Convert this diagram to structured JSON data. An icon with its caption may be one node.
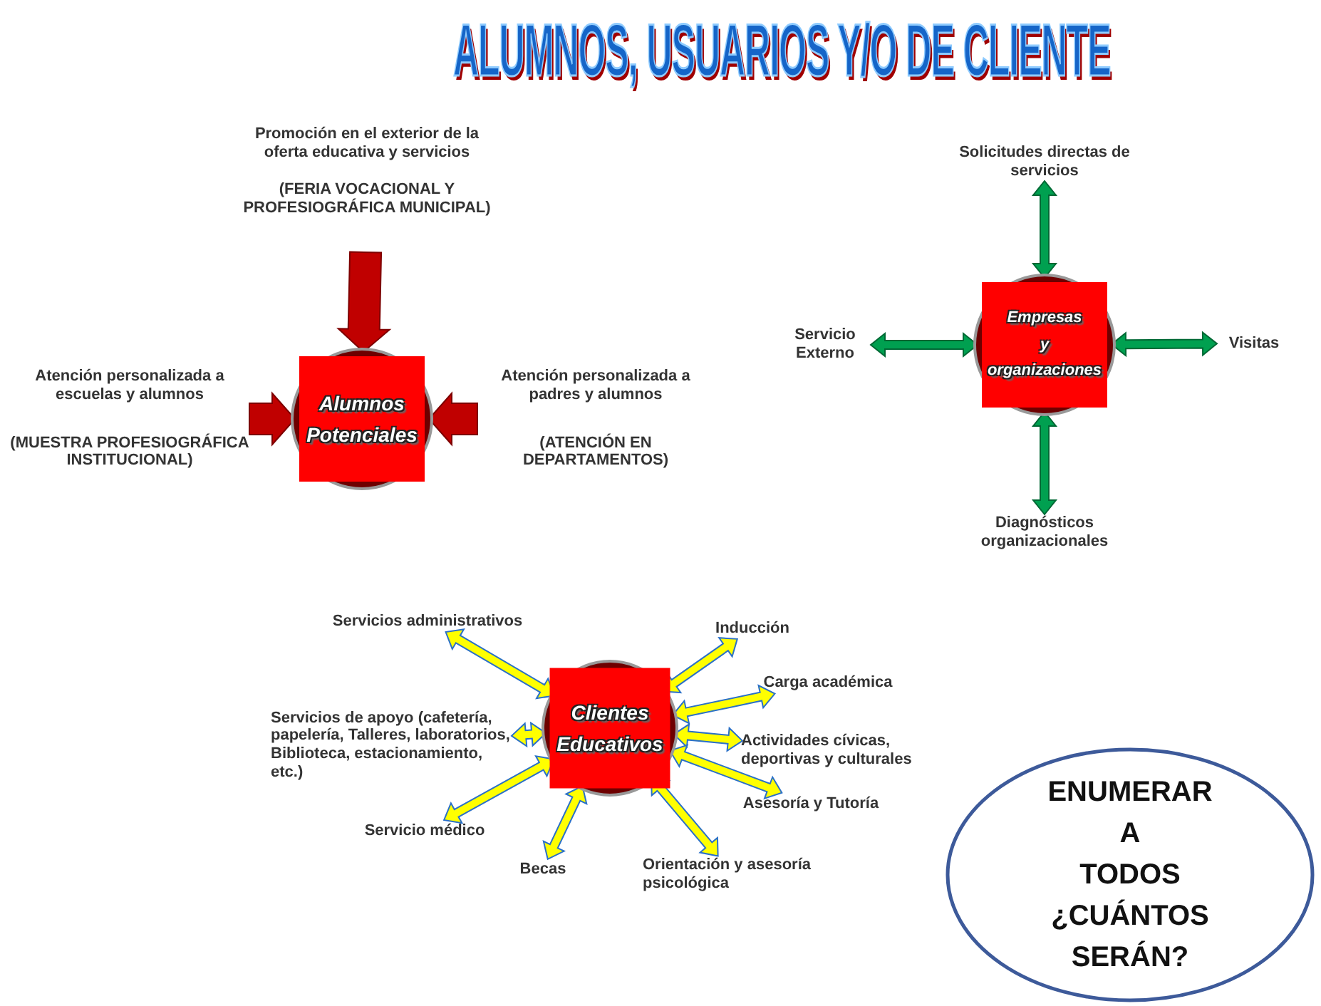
{
  "diagram": {
    "title": "ALUMNOS, USUARIOS Y/O DE CLIENTE",
    "nodes": [
      {
        "text": [
          "Alumnos",
          "Potenciales"
        ]
      },
      {
        "text": [
          "Promoción en el exterior de la oferta educativa y servicios",
          "(FERIA VOCACIONAL Y PROFESIOGRÁFICA MUNICIPAL)"
        ]
      },
      {
        "text": [
          "Atención personalizada a escuelas y alumnos",
          "(MUESTRA PROFESIOGRÁFICA INSTITUCIONAL)"
        ]
      },
      {
        "text": [
          "Atención personalizada a padres y alumnos",
          "(ATENCIÓN EN DEPARTAMENTOS)"
        ]
      },
      {
        "text": [
          "Empresas",
          "y",
          "organizaciones"
        ]
      },
      {
        "text": [
          "Solicitudes directas de servicios"
        ]
      },
      {
        "text": [
          "Servicio Externo"
        ]
      },
      {
        "text": [
          "Visitas"
        ]
      },
      {
        "text": [
          "Diagnósticos organizacionales"
        ]
      },
      {
        "text": [
          "Clientes",
          "Educativos"
        ]
      },
      {
        "text": [
          "Servicios administrativos"
        ]
      },
      {
        "text": [
          "Inducción"
        ]
      },
      {
        "text": [
          "Carga académica"
        ]
      },
      {
        "text": [
          "Servicios de apoyo (cafetería, papelería, Talleres, laboratorios, Biblioteca, estacionamiento, etc.)"
        ]
      },
      {
        "text": [
          "Actividades cívicas, deportivas y culturales"
        ]
      },
      {
        "text": [
          "Servicio médico"
        ]
      },
      {
        "text": [
          "Asesoría y Tutoría"
        ]
      },
      {
        "text": [
          "Becas"
        ]
      },
      {
        "text": [
          "Orientación y asesoría psicológica"
        ]
      },
      {
        "text": [
          "ENUMERAR A TODOS ¿CUÁNTOS SERÁN?"
        ]
      }
    ],
    "edges": [
      {
        "from": 1,
        "to": 0,
        "arrow": "to",
        "style": "thick",
        "color": "#c00000"
      },
      {
        "from": 2,
        "to": 0,
        "arrow": "to",
        "style": "thick",
        "color": "#c00000"
      },
      {
        "from": 3,
        "to": 0,
        "arrow": "to",
        "style": "thick",
        "color": "#c00000"
      },
      {
        "from": 4,
        "to": 5,
        "arrow": "both",
        "color": "#00a050"
      },
      {
        "from": 4,
        "to": 6,
        "arrow": "both",
        "color": "#00a050"
      },
      {
        "from": 4,
        "to": 7,
        "arrow": "both",
        "color": "#00a050"
      },
      {
        "from": 4,
        "to": 8,
        "arrow": "both",
        "color": "#00a050"
      },
      {
        "from": 9,
        "to": 10,
        "arrow": "both"
      },
      {
        "from": 9,
        "to": 11,
        "arrow": "both"
      },
      {
        "from": 9,
        "to": 12,
        "arrow": "both"
      },
      {
        "from": 9,
        "to": 13,
        "arrow": "both"
      },
      {
        "from": 9,
        "to": 14,
        "arrow": "both"
      },
      {
        "from": 9,
        "to": 15,
        "arrow": "both"
      },
      {
        "from": 9,
        "to": 16,
        "arrow": "both"
      },
      {
        "from": 9,
        "to": 17,
        "arrow": "both"
      },
      {
        "from": 9,
        "to": 18,
        "arrow": "both"
      }
    ]
  }
}
